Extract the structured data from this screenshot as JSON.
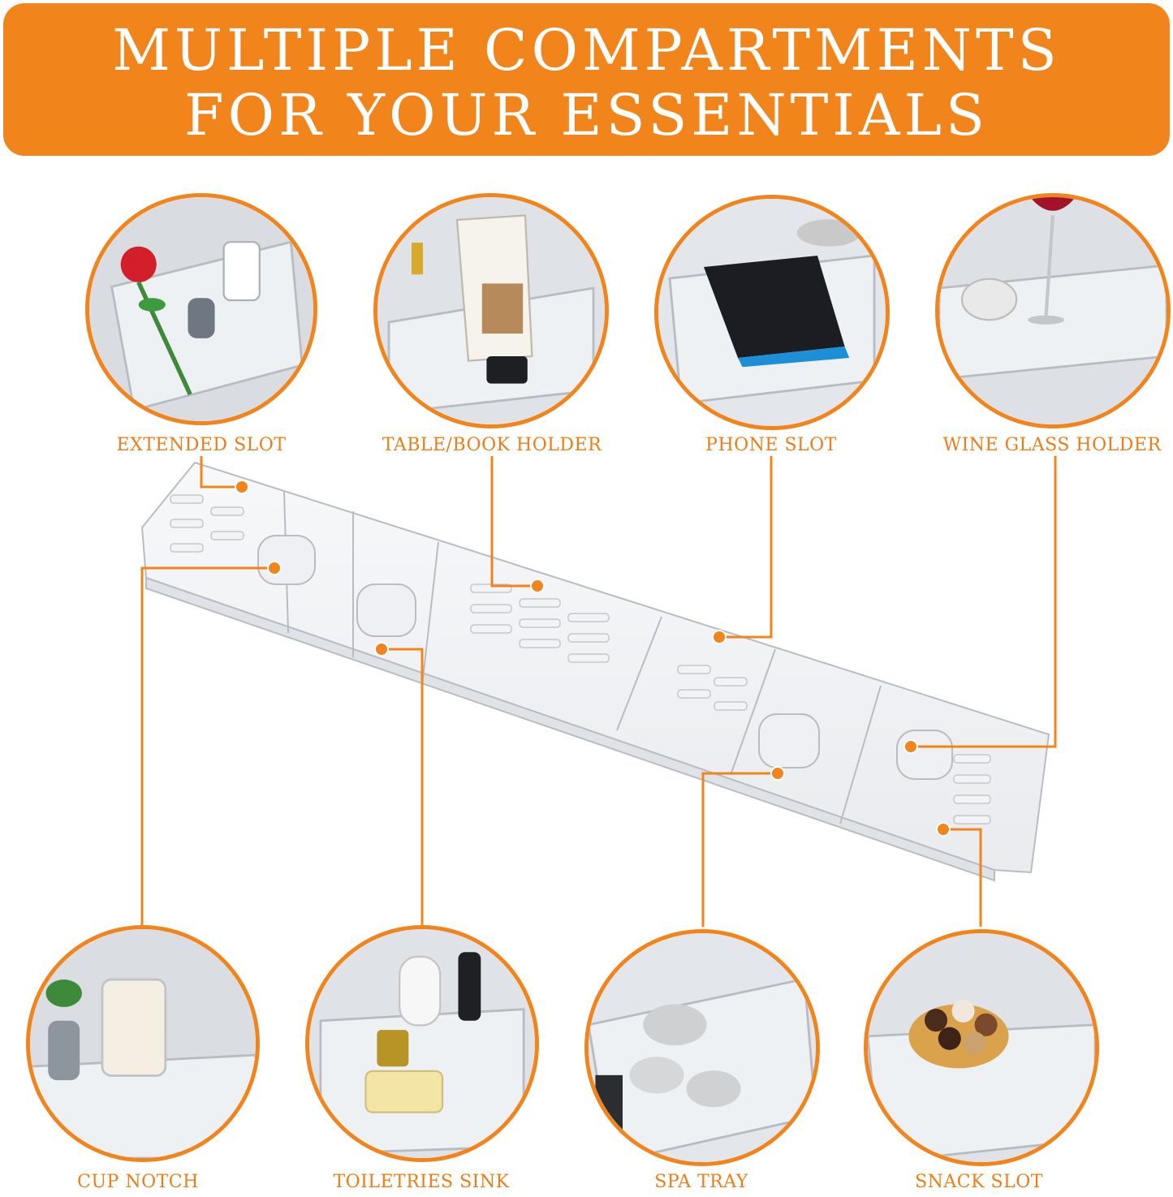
{
  "banner": {
    "line1": "MULTIPLE COMPARTMENTS",
    "line2": "FOR YOUR ESSENTIALS"
  },
  "colors": {
    "accent": "#f2841c",
    "label_text": "#ee7d17",
    "banner_text": "#ffffff",
    "tray_outline": "#b9bcc2"
  },
  "top_features": [
    {
      "label": "EXTENDED SLOT",
      "icon": "rose-candle-tray-photo"
    },
    {
      "label": "TABLE/BOOK HOLDER",
      "icon": "book-holder-photo"
    },
    {
      "label": "PHONE SLOT",
      "icon": "phone-slot-photo"
    },
    {
      "label": "WINE GLASS HOLDER",
      "icon": "wine-glass-photo"
    }
  ],
  "bottom_features": [
    {
      "label": "CUP NOTCH",
      "icon": "candle-cup-photo"
    },
    {
      "label": "TOILETRIES SINK",
      "icon": "soap-perfume-photo"
    },
    {
      "label": "SPA TRAY",
      "icon": "rolled-towel-photo"
    },
    {
      "label": "SNACK SLOT",
      "icon": "chocolate-bowl-photo"
    }
  ]
}
